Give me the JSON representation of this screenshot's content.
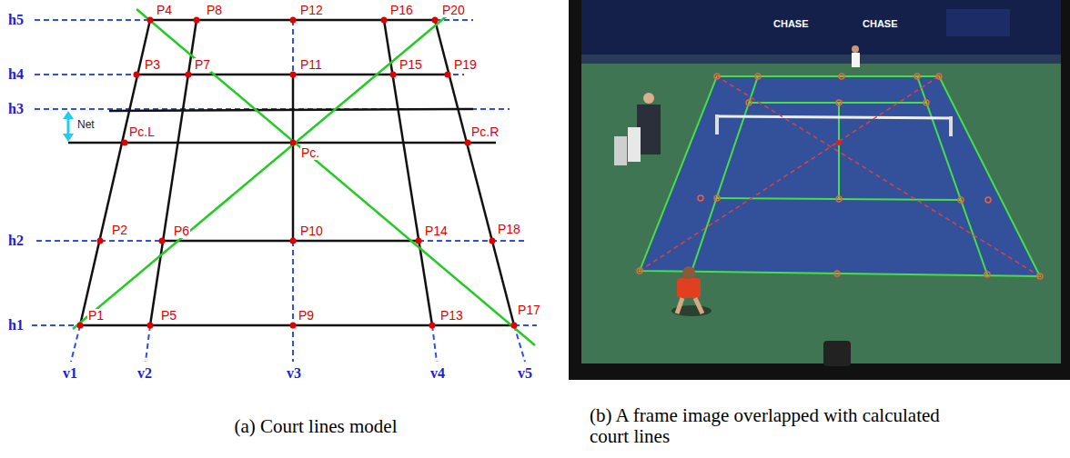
{
  "diagram": {
    "labels": [
      "h5",
      "h4",
      "h3",
      "h2",
      "h1",
      "v1",
      "v2",
      "v3",
      "v4",
      "v5",
      "P1",
      "P2",
      "P3",
      "P4",
      "P5",
      "P6",
      "P7",
      "P8",
      "P9",
      "P10",
      "P11",
      "P12",
      "P13",
      "P14",
      "P15",
      "P16",
      "P17",
      "P18",
      "P19",
      "P20",
      "Pc.L",
      "Pc.",
      "Pc.R",
      "Net",
      "CHASE",
      "CHASE",
      "(a) Court lines model",
      "(b) A frame image overlapped with calculated court lines"
    ]
  }
}
